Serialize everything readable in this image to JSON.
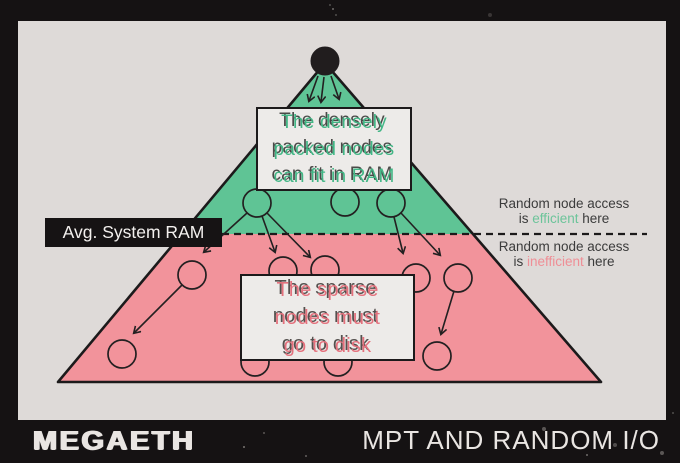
{
  "colors": {
    "background": "#151213",
    "canvas": "#dedad8",
    "green": "#5fc495",
    "pink": "#f2939b",
    "outline": "#1c1a1b",
    "box_bg": "#edebe9",
    "dense_text": "#41b685",
    "sparse_text": "#e4717d",
    "efficient": "#6cc49a",
    "inefficient": "#ef8e96",
    "annotation_text": "#3b3b3b",
    "footer_text": "#e9e5e2",
    "label_bg": "#161314",
    "label_text": "#f3f0ee"
  },
  "diagram": {
    "dense_box": {
      "lines": [
        "The densely",
        "packed nodes",
        "can fit in RAM"
      ]
    },
    "sparse_box": {
      "lines": [
        "The sparse",
        "nodes must",
        "go to disk"
      ]
    },
    "ram_label": "Avg. System RAM",
    "annotation_top": {
      "line1": "Random node access",
      "line2_pre": "is ",
      "line2_word": "efficient",
      "line2_post": " here"
    },
    "annotation_bottom": {
      "line1": "Random node access",
      "line2_pre": "is ",
      "line2_word": "inefficient",
      "line2_post": " here"
    },
    "regions": {
      "top_region_meaning": "densely packed nodes in RAM",
      "bottom_region_meaning": "sparse nodes on disk"
    }
  },
  "footer": {
    "brand": "MEGAETH",
    "title": "MPT AND RANDOM I/O"
  }
}
